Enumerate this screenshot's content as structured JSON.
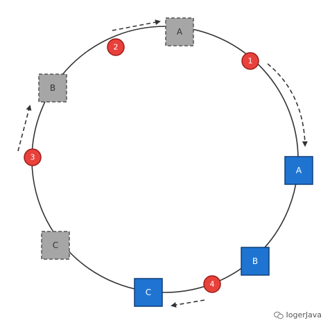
{
  "nodes": [
    {
      "id": "gray-a",
      "label": "A",
      "style": "gray"
    },
    {
      "id": "gray-b",
      "label": "B",
      "style": "gray"
    },
    {
      "id": "gray-c",
      "label": "C",
      "style": "gray"
    },
    {
      "id": "blue-a",
      "label": "A",
      "style": "blue"
    },
    {
      "id": "blue-b",
      "label": "B",
      "style": "blue"
    },
    {
      "id": "blue-c",
      "label": "C",
      "style": "blue"
    }
  ],
  "markers": [
    {
      "id": "m1",
      "label": "1"
    },
    {
      "id": "m2",
      "label": "2"
    },
    {
      "id": "m3",
      "label": "3"
    },
    {
      "id": "m4",
      "label": "4"
    }
  ],
  "colors": {
    "ring": "#333333",
    "gray_node": "#a6a6a6",
    "blue_node": "#1f74d2",
    "marker": "#e8413b"
  },
  "watermark": {
    "text": "IogerJava",
    "icon": "wechat-icon"
  }
}
